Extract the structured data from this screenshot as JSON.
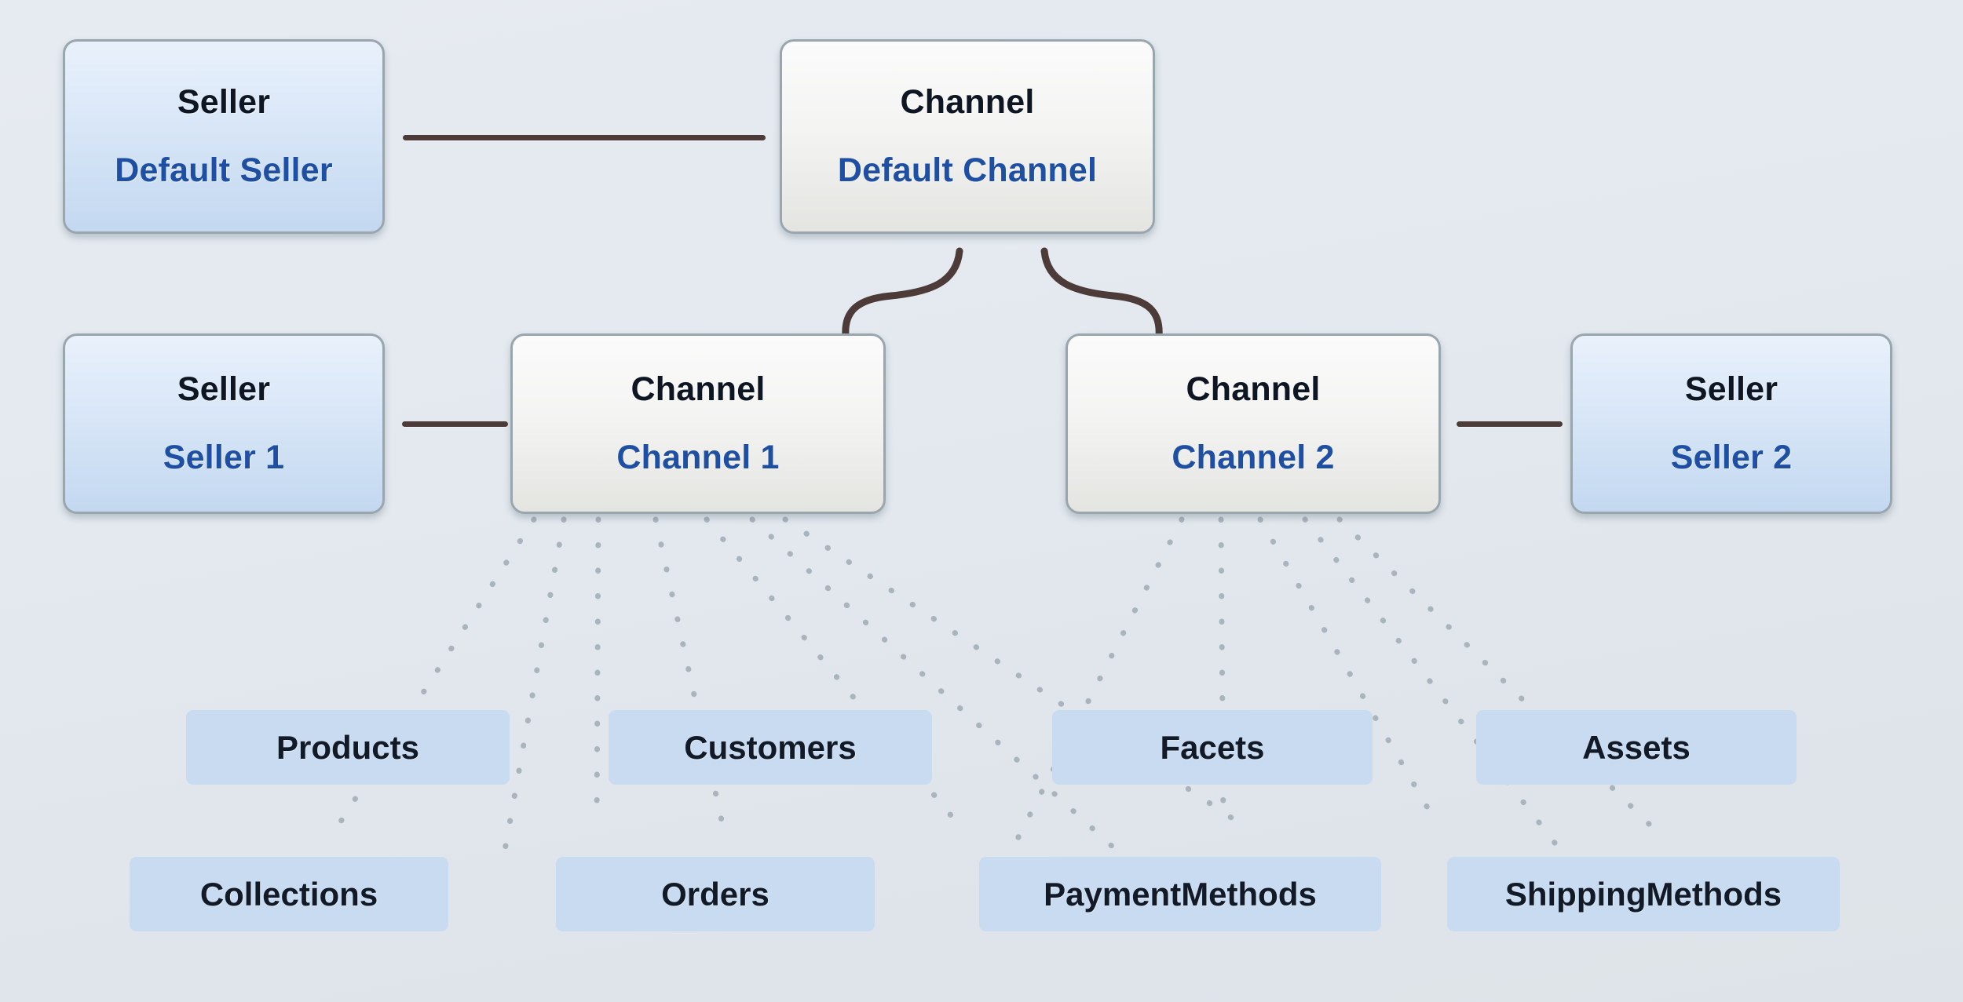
{
  "diagram": {
    "title": "Seller / Channel entity relationship diagram",
    "background_color": "#e3e9ef",
    "accent_name_color": "#1e4fa3",
    "accent_link_color": "#4c3b38",
    "chip_color": "#c9dbf0",
    "dotted_color": "#aab4bc"
  },
  "nodes": {
    "default_seller": {
      "type": "Seller",
      "name": "Default Seller"
    },
    "default_channel": {
      "type": "Channel",
      "name": "Default Channel"
    },
    "seller_1": {
      "type": "Seller",
      "name": "Seller 1"
    },
    "channel_1": {
      "type": "Channel",
      "name": "Channel 1"
    },
    "channel_2": {
      "type": "Channel",
      "name": "Channel 2"
    },
    "seller_2": {
      "type": "Seller",
      "name": "Seller 2"
    }
  },
  "entities": {
    "row_a": [
      {
        "label": "Products"
      },
      {
        "label": "Customers"
      },
      {
        "label": "Facets"
      },
      {
        "label": "Assets"
      }
    ],
    "row_b": [
      {
        "label": "Collections"
      },
      {
        "label": "Orders"
      },
      {
        "label": "PaymentMethods"
      },
      {
        "label": "ShippingMethods"
      }
    ]
  }
}
